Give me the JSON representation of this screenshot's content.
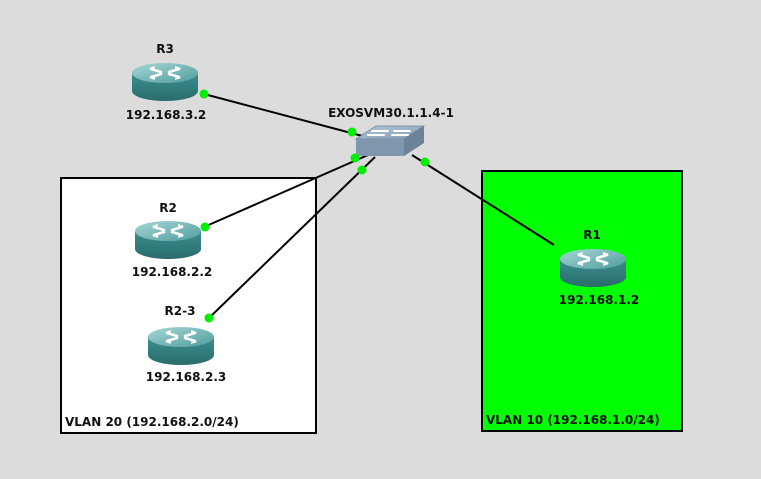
{
  "zones": [
    {
      "id": "vlan20",
      "label": "VLAN 20 (192.168.2.0/24)",
      "color": "#ffffff"
    },
    {
      "id": "vlan10",
      "label": "VLAN 10 (192.168.1.0/24)",
      "color": "#00ff00"
    }
  ],
  "nodes": {
    "r3": {
      "name": "R3",
      "ip": "192.168.3.2",
      "type": "router"
    },
    "r2": {
      "name": "R2",
      "ip": "192.168.2.2",
      "type": "router"
    },
    "r2_3": {
      "name": "R2-3",
      "ip": "192.168.2.3",
      "type": "router"
    },
    "r1": {
      "name": "R1",
      "ip": "192.168.1.2",
      "type": "router"
    },
    "switch": {
      "name": "EXOSVM30.1.1.4-1",
      "type": "switch"
    }
  },
  "links": [
    {
      "from": "R3",
      "to": "EXOSVM30.1.1.4-1",
      "status": "up"
    },
    {
      "from": "R2",
      "to": "EXOSVM30.1.1.4-1",
      "status": "up"
    },
    {
      "from": "R2-3",
      "to": "EXOSVM30.1.1.4-1",
      "status": "up"
    },
    {
      "from": "EXOSVM30.1.1.4-1",
      "to": "R1",
      "status": "up"
    }
  ],
  "colors": {
    "link_up": "#00ee00",
    "router_body": "#3d8f8f",
    "switch_body": "#8aa4bd"
  }
}
